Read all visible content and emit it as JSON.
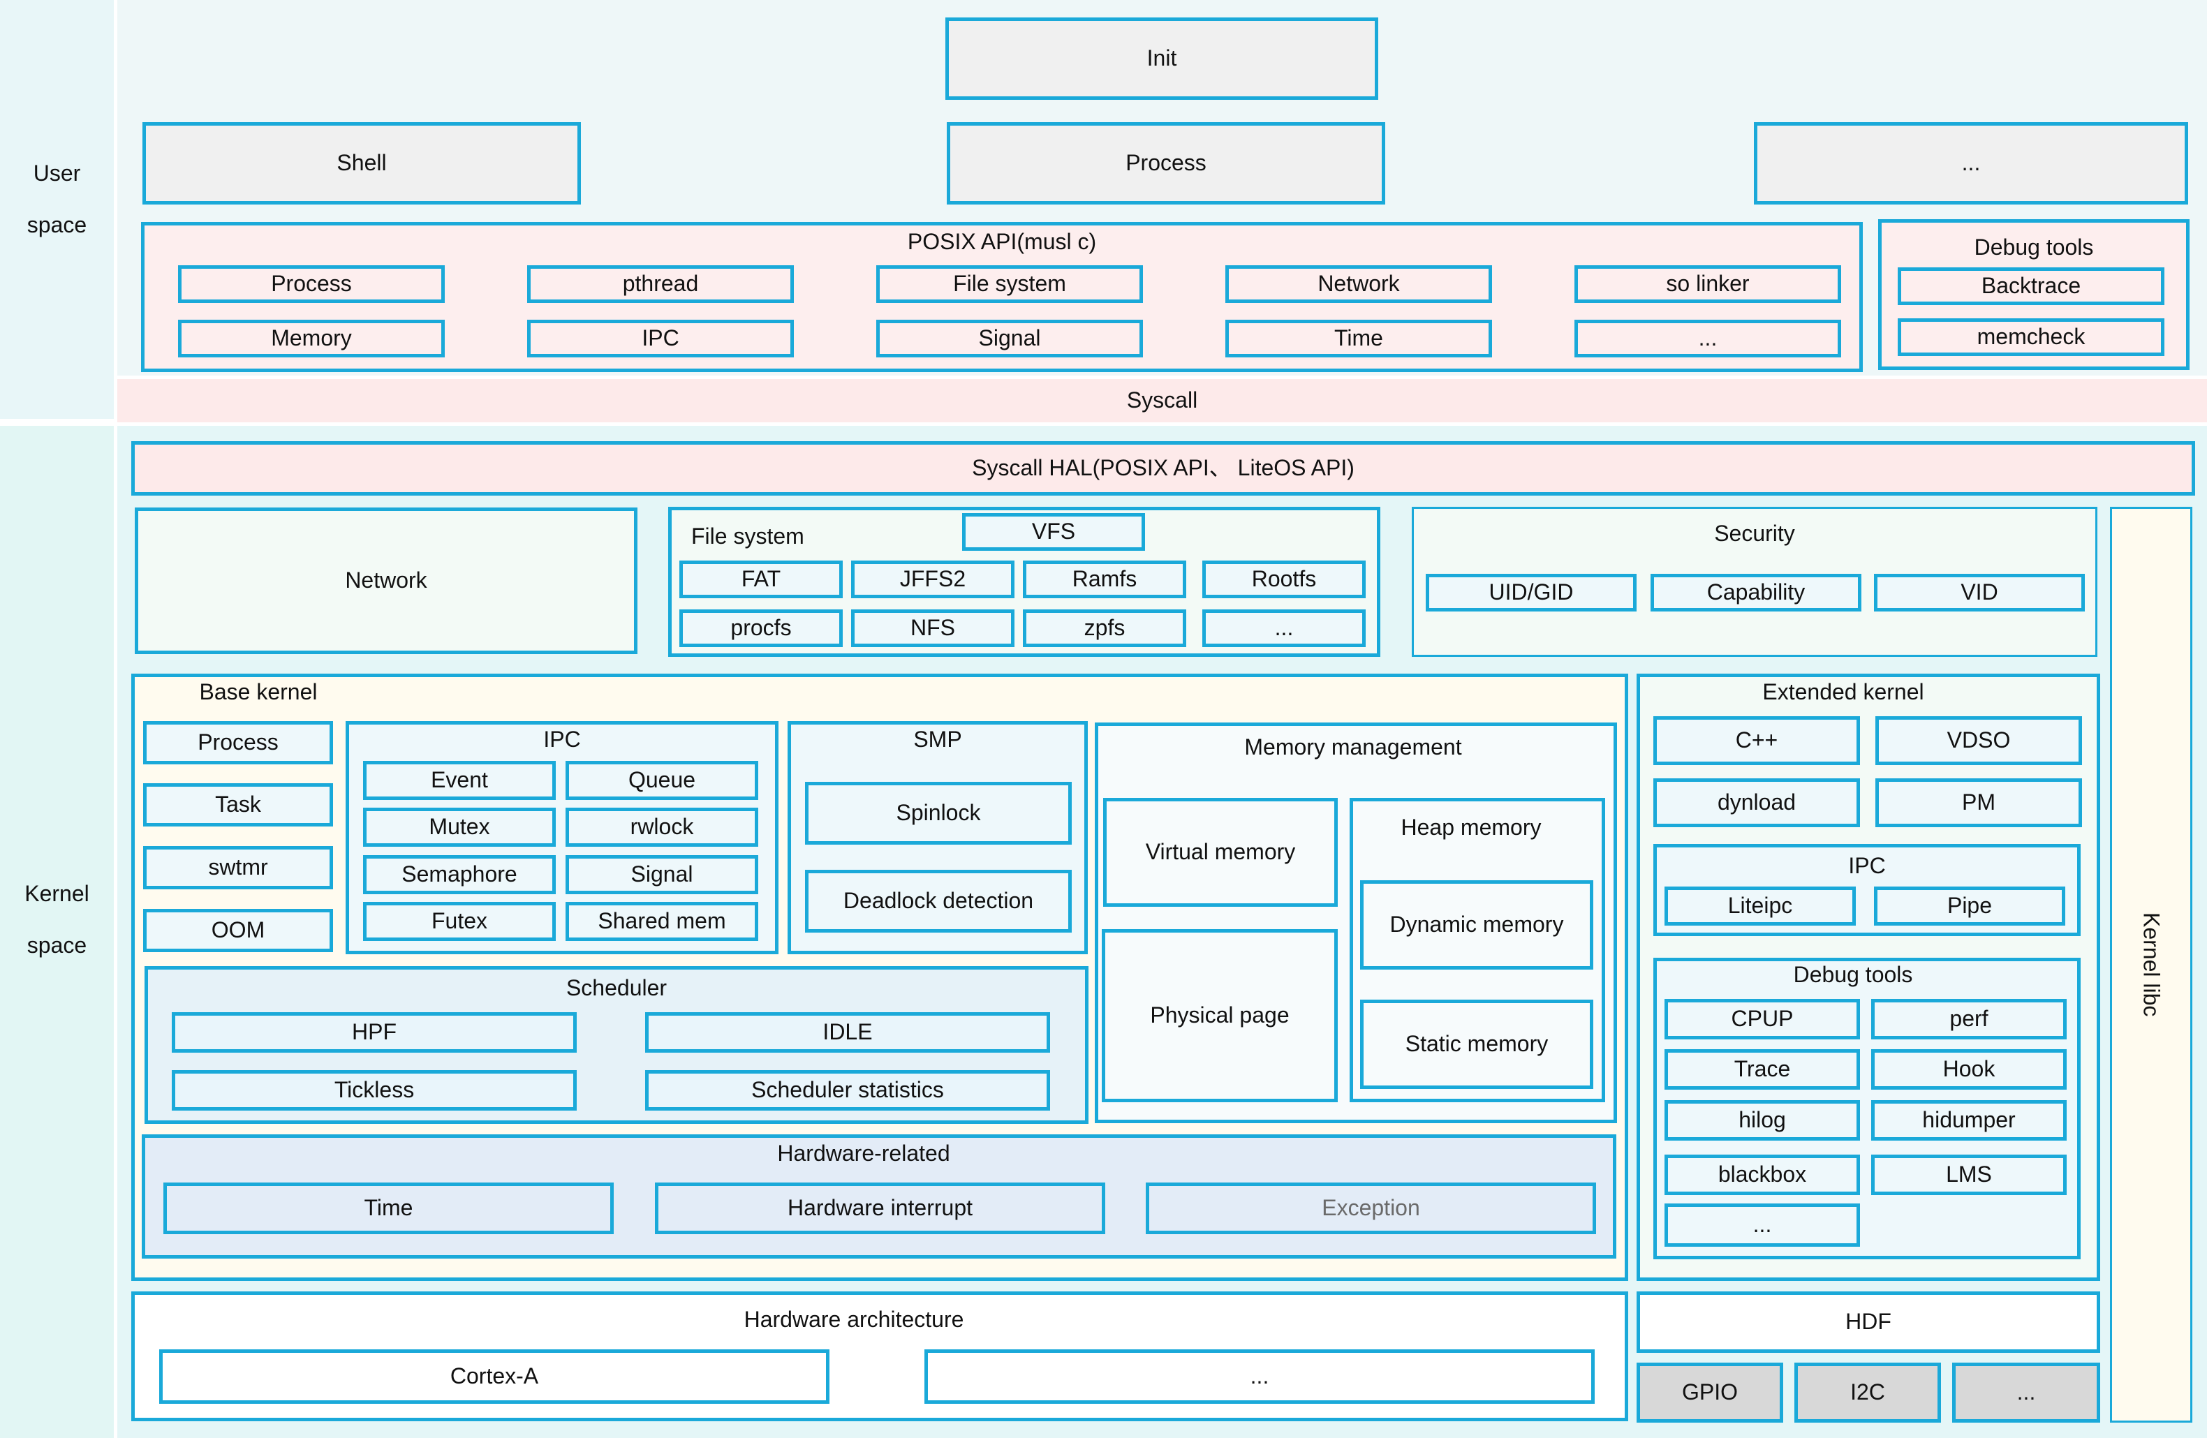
{
  "user": {
    "label": "User\n\nspace",
    "init": "Init",
    "shell": "Shell",
    "process": "Process",
    "ellipsis": "...",
    "posix": {
      "title": "POSIX API(musl c)",
      "items": [
        "Process",
        "pthread",
        "File system",
        "Network",
        "so linker",
        "Memory",
        "IPC",
        "Signal",
        "Time",
        "..."
      ]
    },
    "debug": {
      "title": "Debug tools",
      "items": [
        "Backtrace",
        "memcheck"
      ]
    }
  },
  "syscall": "Syscall",
  "kernel": {
    "label": "Kernel\n\nspace",
    "syscall_hal": "Syscall HAL(POSIX API、 LiteOS API)",
    "network": "Network",
    "fs": {
      "title": "File system",
      "vfs": "VFS",
      "items": [
        "FAT",
        "JFFS2",
        "Ramfs",
        "Rootfs",
        "procfs",
        "NFS",
        "zpfs",
        "..."
      ]
    },
    "security": {
      "title": "Security",
      "items": [
        "UID/GID",
        "Capability",
        "VID"
      ]
    },
    "base": {
      "title": "Base kernel",
      "left_items": [
        "Process",
        "Task",
        "swtmr",
        "OOM"
      ],
      "ipc": {
        "title": "IPC",
        "items": [
          "Event",
          "Queue",
          "Mutex",
          "rwlock",
          "Semaphore",
          "Signal",
          "Futex",
          "Shared mem"
        ]
      },
      "smp": {
        "title": "SMP",
        "items": [
          "Spinlock",
          "Deadlock detection"
        ]
      },
      "mem": {
        "title": "Memory management",
        "virtual": "Virtual memory",
        "physical": "Physical page",
        "heap": "Heap memory",
        "dynamic": "Dynamic memory",
        "static": "Static memory"
      },
      "sched": {
        "title": "Scheduler",
        "items": [
          "HPF",
          "IDLE",
          "Tickless",
          "Scheduler statistics"
        ]
      },
      "hw": {
        "title": "Hardware-related",
        "items": [
          "Time",
          "Hardware interrupt",
          "Exception"
        ]
      }
    },
    "ext": {
      "title": "Extended kernel",
      "items": [
        "C++",
        "VDSO",
        "dynload",
        "PM"
      ],
      "ipc": {
        "title": "IPC",
        "items": [
          "Liteipc",
          "Pipe"
        ]
      },
      "debug": {
        "title": "Debug tools",
        "items": [
          "CPUP",
          "perf",
          "Trace",
          "Hook",
          "hilog",
          "hidumper",
          "blackbox",
          "LMS",
          "..."
        ]
      }
    },
    "hwarch": {
      "title": "Hardware architecture",
      "items": [
        "Cortex-A",
        "..."
      ]
    },
    "hdf": {
      "title": "HDF",
      "items": [
        "GPIO",
        "I2C",
        "..."
      ]
    },
    "libc": "Kernel libc"
  }
}
